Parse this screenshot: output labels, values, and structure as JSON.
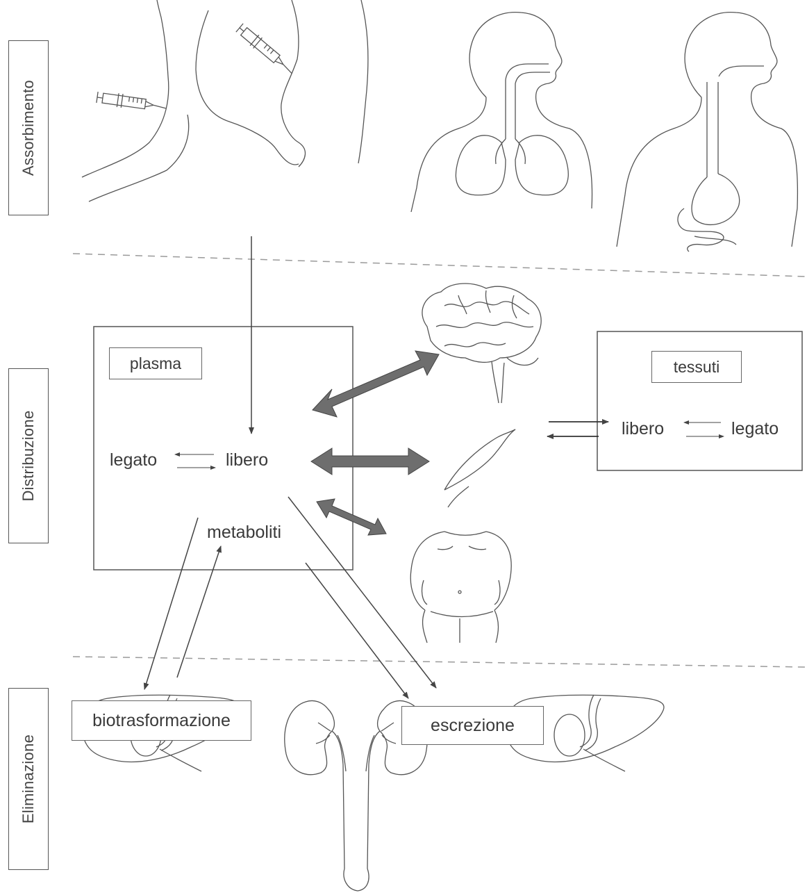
{
  "sections": {
    "absorption": "Assorbimento",
    "distribution": "Distribuzione",
    "elimination": "Eliminazione"
  },
  "plasma_box": {
    "title": "plasma",
    "bound": "legato",
    "free": "libero",
    "metabolites": "metaboliti"
  },
  "tissue_box": {
    "title": "tessuti",
    "free": "libero",
    "bound": "legato"
  },
  "elimination": {
    "biotransformation": "biotrasformazione",
    "excretion": "escrezione"
  },
  "colors": {
    "line": "#555555",
    "thick_arrow": "#6e6e6e",
    "dashed": "#9a9a9a"
  }
}
